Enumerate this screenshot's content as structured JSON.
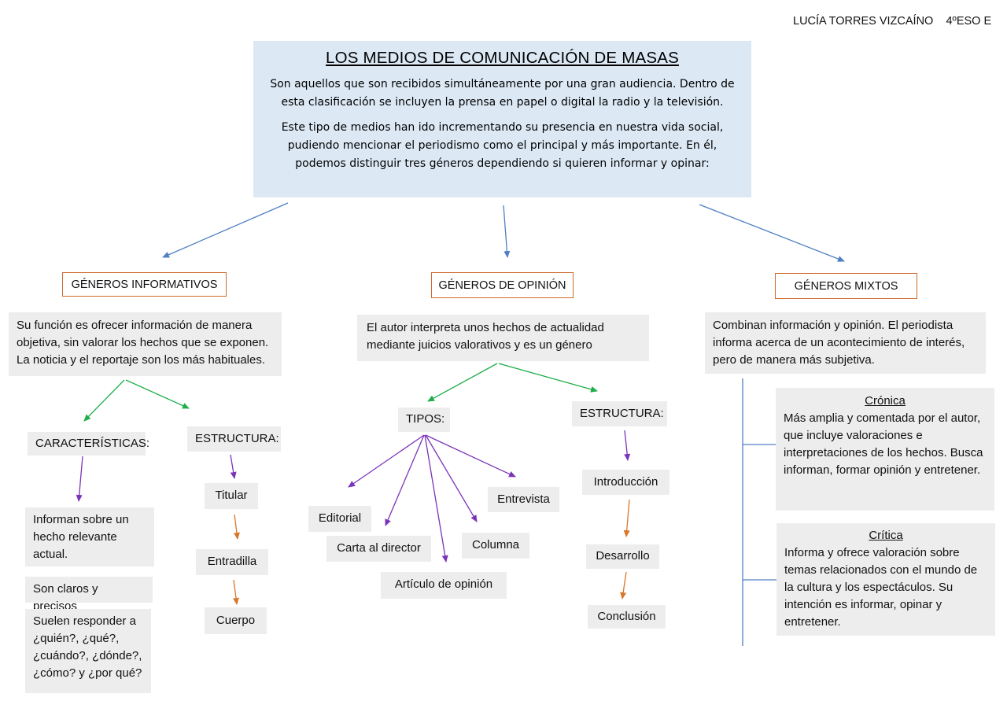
{
  "author": "LUCÍA TORRES VIZCAÍNO    4ºESO E",
  "main": {
    "title": "LOS MEDIOS DE COMUNICACIÓN DE MASAS",
    "paragraph1": "Son aquellos que son recibidos simultáneamente por una gran audiencia. Dentro de esta clasificación se incluyen la prensa en papel o digital la radio y la televisión.",
    "paragraph2": "Este tipo de medios han ido incrementando su presencia en nuestra vida social, pudiendo mencionar el periodismo como el principal y más importante. En él, podemos distinguir tres géneros dependiendo si quieren informar y opinar:"
  },
  "informativos": {
    "header": "GÉNEROS INFORMATIVOS",
    "description": "Su función es ofrecer información de manera objetiva, sin valorar los hechos que se exponen. La noticia y el reportaje son los más habituales.",
    "caracteristicas_label": "CARACTERÍSTICAS:",
    "caracteristicas": [
      "Informan sobre un hecho relevante actual.",
      "Son claros y precisos",
      "Suelen responder a ¿quién?, ¿qué?, ¿cuándo?, ¿dónde?, ¿cómo? y ¿por qué?"
    ],
    "estructura_label": "ESTRUCTURA:",
    "estructura": [
      "Titular",
      "Entradilla",
      "Cuerpo"
    ]
  },
  "opinion": {
    "header": "GÉNEROS DE OPINIÓN",
    "description": "El autor interpreta unos hechos de actualidad mediante juicios valorativos y es un género",
    "tipos_label": "TIPOS:",
    "tipos": [
      "Editorial",
      "Carta al director",
      "Artículo de opinión",
      "Columna",
      "Entrevista"
    ],
    "estructura_label": "ESTRUCTURA:",
    "estructura": [
      "Introducción",
      "Desarrollo",
      "Conclusión"
    ]
  },
  "mixtos": {
    "header": "GÉNEROS MIXTOS",
    "description": "Combinan información y opinión. El periodista informa acerca de un acontecimiento de interés, pero de manera más subjetiva.",
    "cronica_title": "Crónica",
    "cronica_text": "Más amplia y comentada por el autor, que incluye valoraciones e interpretaciones de los hechos. Busca informan, formar opinión y entretener.",
    "critica_title": "Crítica",
    "critica_text": "Informa y ofrece valoración sobre temas relacionados con el mundo de la cultura y los espectáculos. Su intención es informar, opinar y entretener."
  },
  "colors": {
    "main_bg": "#dce9f5",
    "box_bg": "#ededed",
    "header_border": "#cd6b2a",
    "arrow_blue": "#4f7fc4",
    "arrow_green": "#1fae4b",
    "arrow_purple": "#7a34b8",
    "arrow_orange": "#d8772a",
    "line_blue": "#4f7fc4"
  }
}
